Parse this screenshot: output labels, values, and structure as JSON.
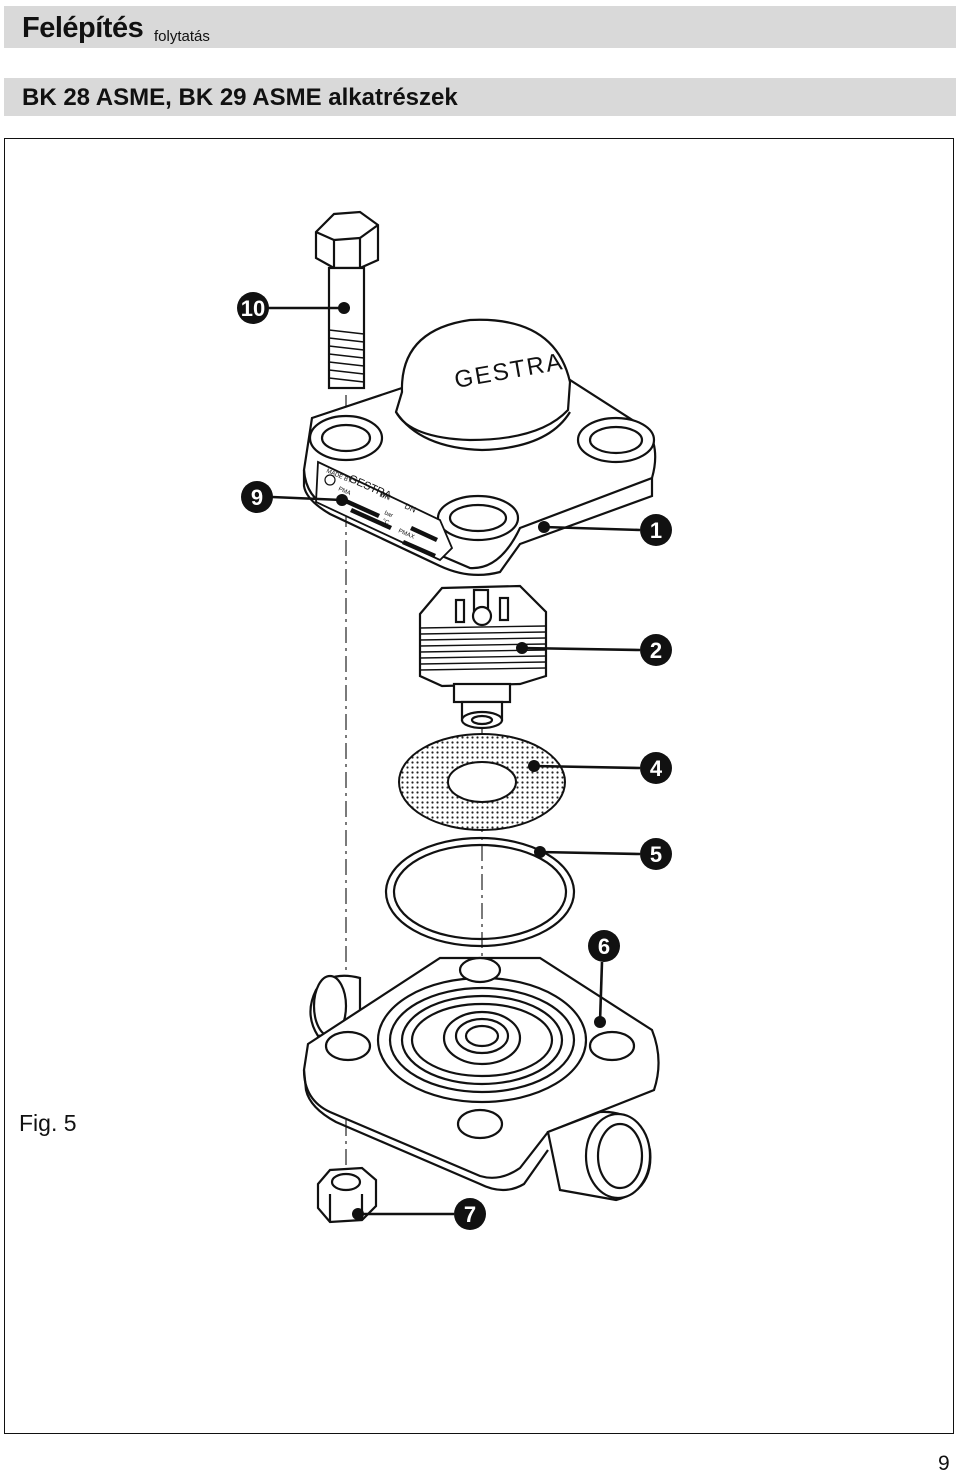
{
  "header": {
    "title": "Felépítés",
    "subtitle": "folytatás"
  },
  "section": {
    "title": "BK 28 ASME, BK 29 ASME alkatrészek"
  },
  "figure": {
    "label": "Fig. 5",
    "brand_mark": "GESTRA",
    "nameplate": {
      "line1": "MADE BY",
      "brand": "GESTRA",
      "model": "BK",
      "dn": "DN",
      "pma": "PMA",
      "bar": "bar",
      "temp": "°C",
      "pmax": "PMAX"
    },
    "callouts": [
      "10",
      "9",
      "1",
      "2",
      "4",
      "5",
      "6",
      "7"
    ]
  },
  "page": {
    "number": "9"
  }
}
